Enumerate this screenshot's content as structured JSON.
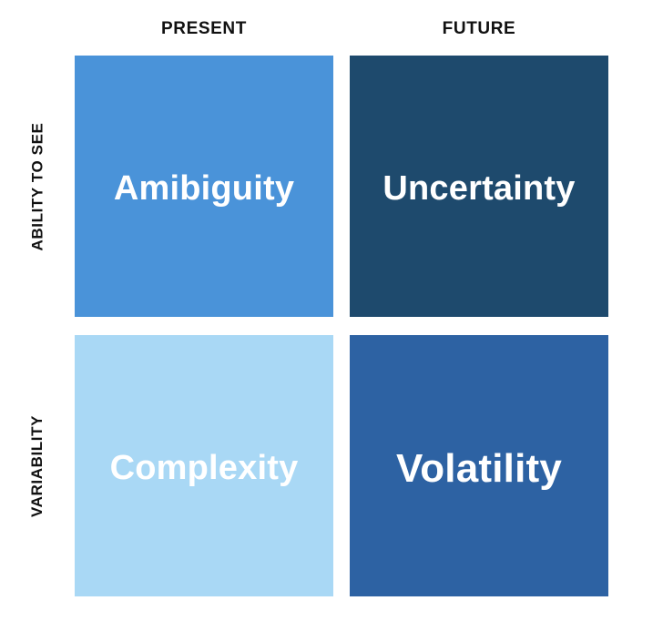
{
  "chart_data": {
    "type": "table",
    "title": "",
    "layout": "2x2 matrix",
    "column_headers": [
      "PRESENT",
      "FUTURE"
    ],
    "row_headers": [
      "ABILITY TO SEE",
      "VARIABILITY"
    ],
    "cells": [
      [
        {
          "label": "Amibiguity",
          "fill": "#4a93d9",
          "text_color": "#ffffff",
          "row": "ABILITY TO SEE",
          "column": "PRESENT"
        },
        {
          "label": "Uncertainty",
          "fill": "#1e4a6d",
          "text_color": "#ffffff",
          "row": "ABILITY TO SEE",
          "column": "FUTURE"
        }
      ],
      [
        {
          "label": "Complexity",
          "fill": "#a9d8f5",
          "text_color": "#ffffff",
          "row": "VARIABILITY",
          "column": "PRESENT"
        },
        {
          "label": "Volatility",
          "fill": "#2d62a3",
          "text_color": "#ffffff",
          "row": "VARIABILITY",
          "column": "FUTURE"
        }
      ]
    ],
    "background": "#ffffff",
    "header_color": "#111111"
  },
  "headers": {
    "columns": [
      {
        "label": "PRESENT"
      },
      {
        "label": "FUTURE"
      }
    ],
    "rows": [
      {
        "label": "ABILITY TO SEE"
      },
      {
        "label": "VARIABILITY"
      }
    ]
  },
  "quadrants": {
    "ambiguity": {
      "label": "Amibiguity"
    },
    "uncertainty": {
      "label": "Uncertainty"
    },
    "complexity": {
      "label": "Complexity"
    },
    "volatility": {
      "label": "Volatility"
    }
  }
}
